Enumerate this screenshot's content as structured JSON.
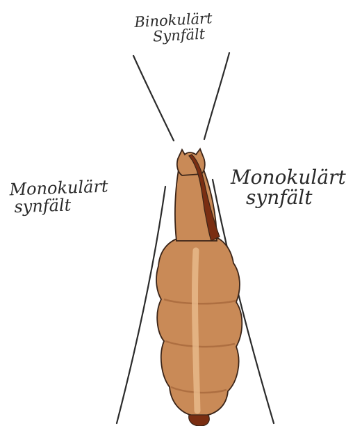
{
  "labels": {
    "binocular": {
      "line1": "Binokulärt",
      "line2": "Synfält"
    },
    "monocular_left": {
      "line1": "Monokulärt",
      "line2": "synfält"
    },
    "monocular_right": {
      "line1": "Monokulärt",
      "line2": "synfält"
    }
  },
  "colors": {
    "background": "#ffffff",
    "lines": "#2b2b2b",
    "horse_body": "#c98a57",
    "horse_body_dark": "#a8683c",
    "horse_stripe": "#e8b98a",
    "mane": "#7a2e12",
    "outline": "#3a2418"
  },
  "icons": {
    "horse": "horse-top-view-icon"
  }
}
